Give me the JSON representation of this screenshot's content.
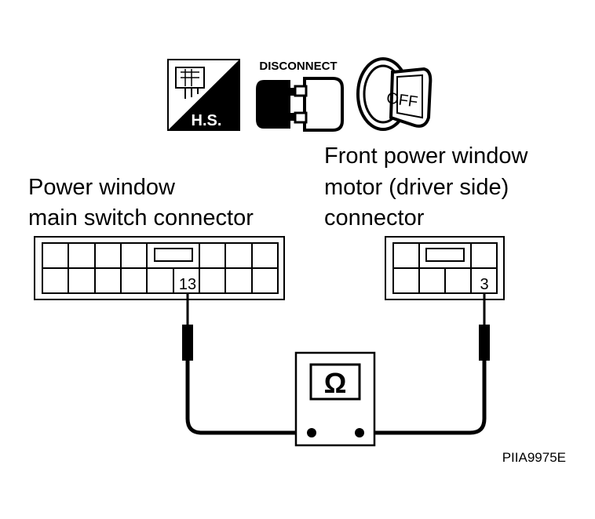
{
  "icons": {
    "hs_label": "H.S.",
    "disconnect_label": "DISCONNECT",
    "ignition_label": "OFF"
  },
  "left_connector": {
    "label_line1": "Power window",
    "label_line2": "main switch connector",
    "pin": "13"
  },
  "right_connector": {
    "label_line1": "Front power window",
    "label_line2": "motor (driver side)",
    "label_line3": "connector",
    "pin": "3"
  },
  "meter": {
    "symbol": "Ω"
  },
  "figure_code": "PIIA9975E"
}
